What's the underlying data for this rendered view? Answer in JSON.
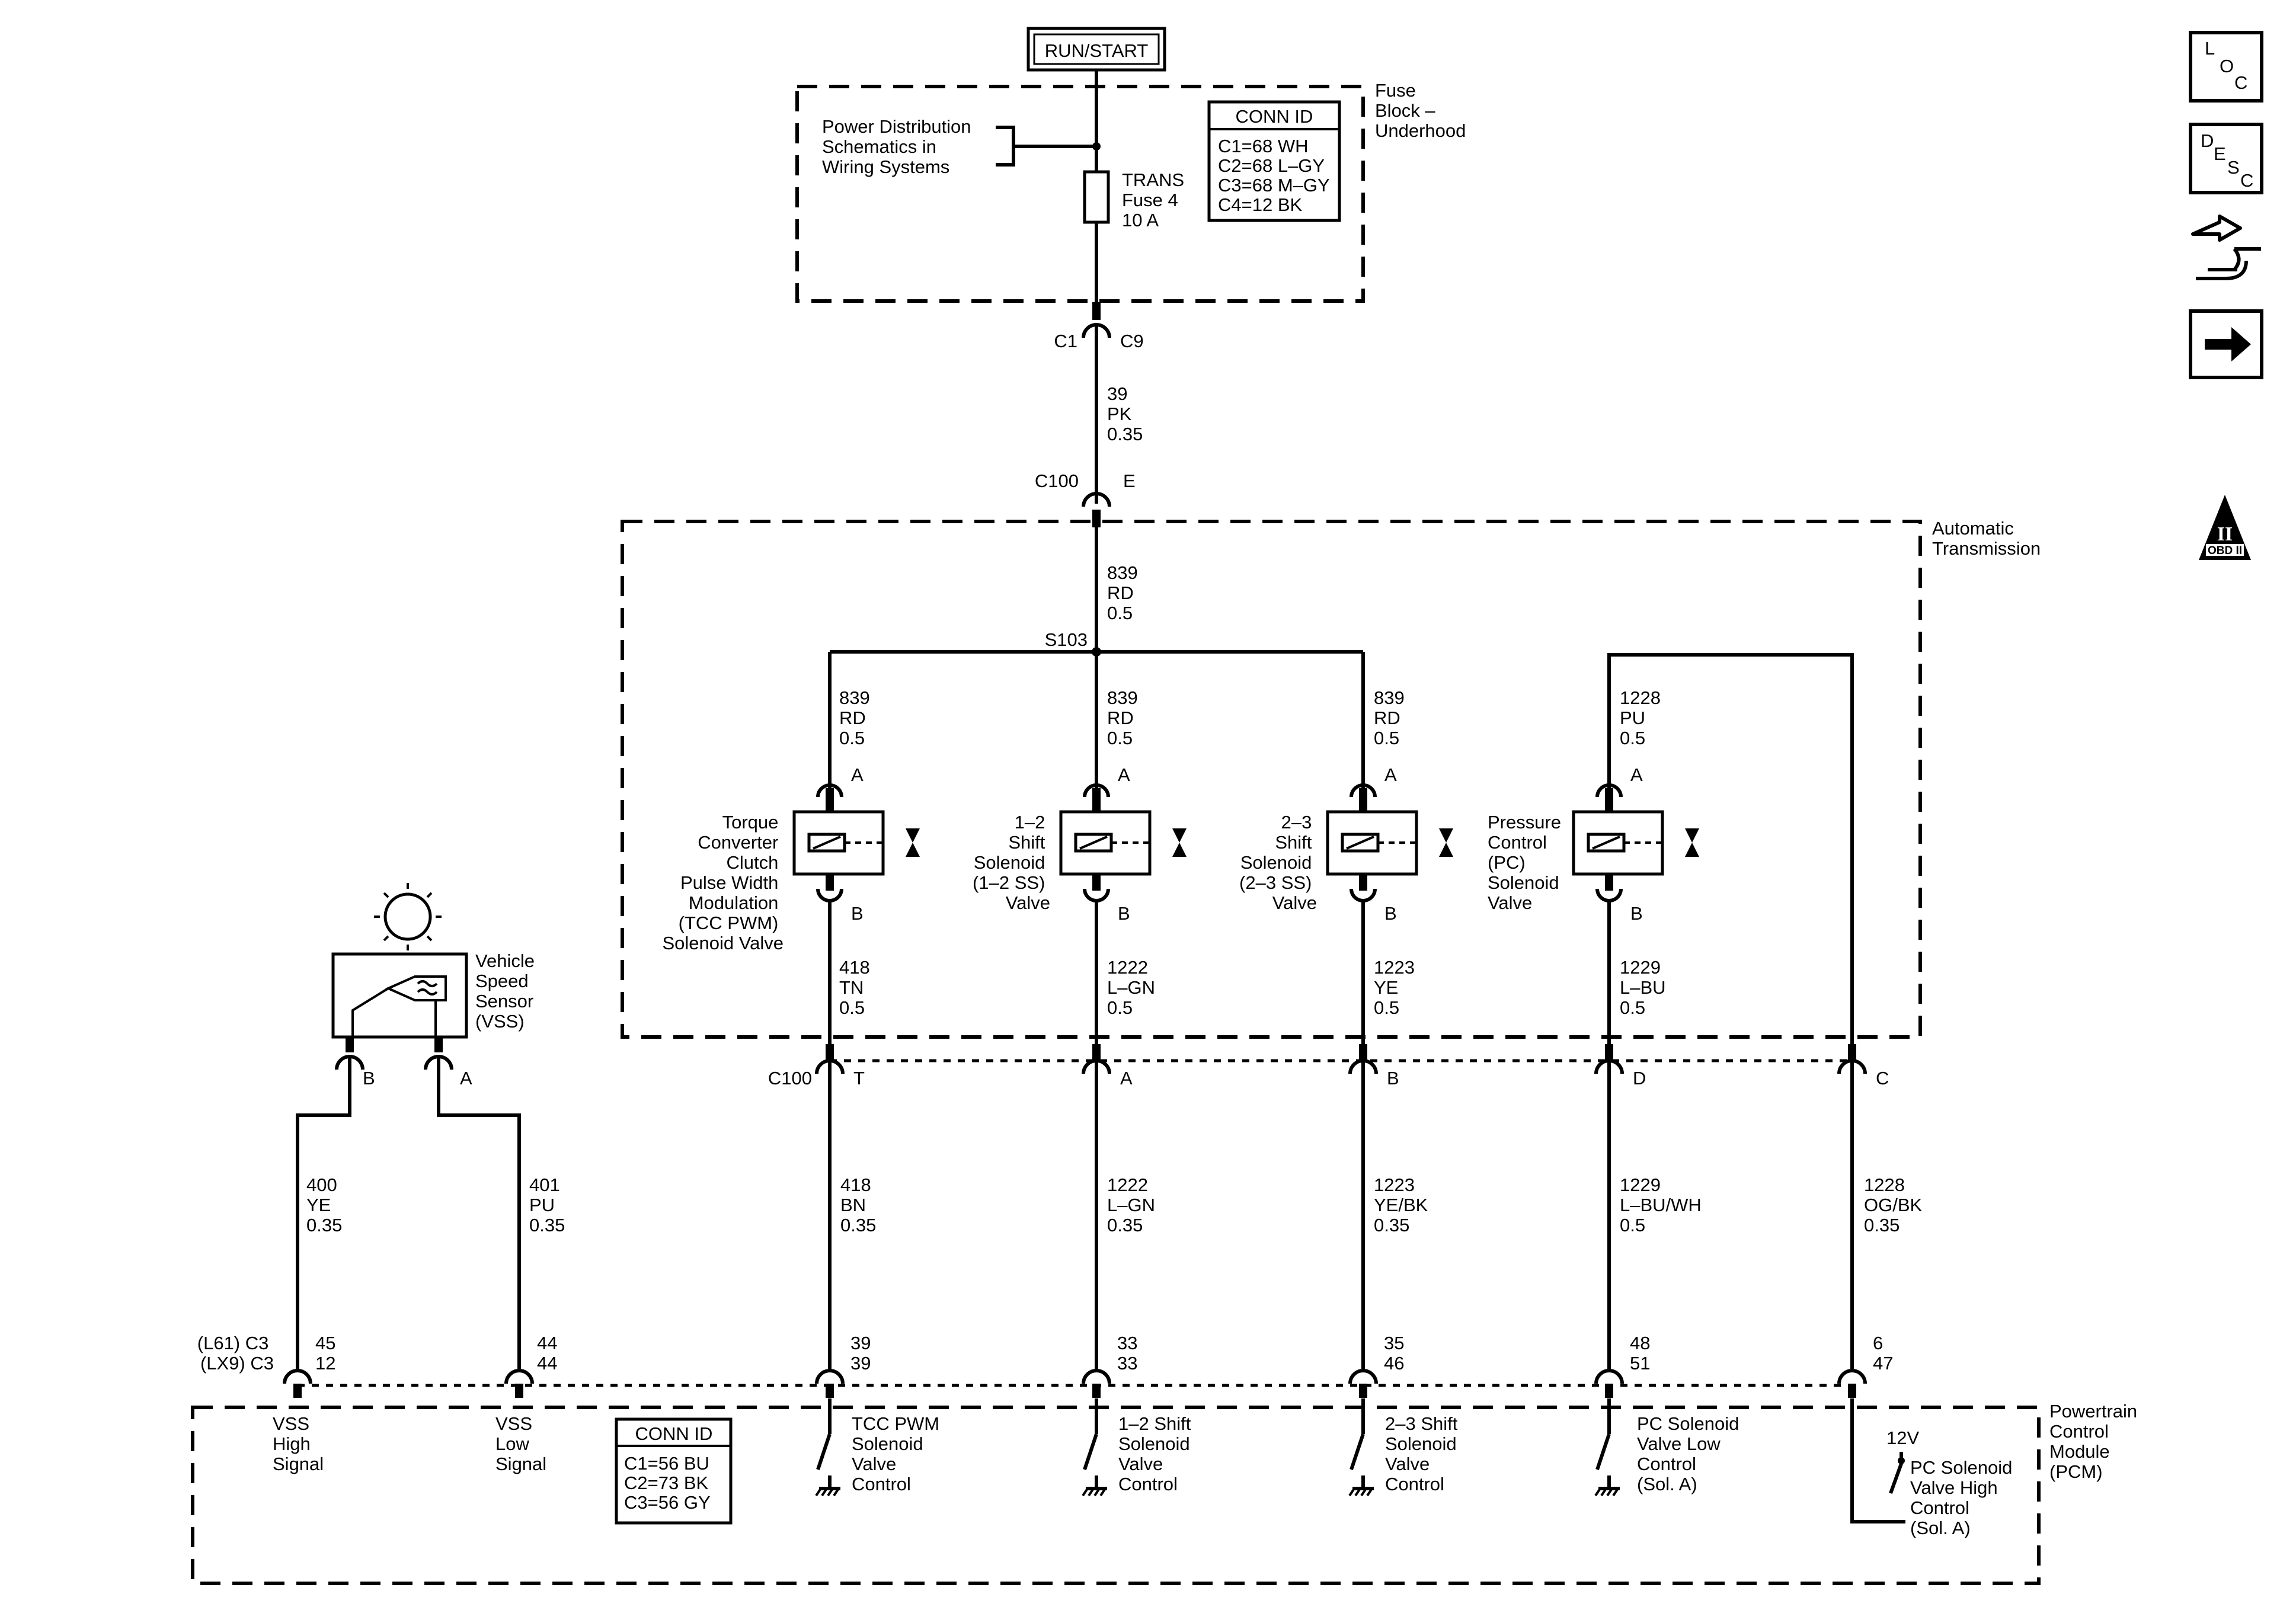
{
  "power": {
    "run_start": "RUN/START",
    "power_dist": [
      "Power Distribution",
      "Schematics in",
      "Wiring Systems"
    ],
    "fuse": [
      "TRANS",
      "Fuse 4",
      "10 A"
    ],
    "fuse_block": [
      "Fuse",
      "Block –",
      "Underhood"
    ],
    "conn_id_title": "CONN ID",
    "conn_id_lines": [
      "C1=68 WH",
      "C2=68 L–GY",
      "C3=68 M–GY",
      "C4=12 BK"
    ]
  },
  "feed": {
    "c1": "C1",
    "c9": "C9",
    "wire": [
      "39",
      "PK",
      "0.35"
    ],
    "c100": "C100",
    "e": "E"
  },
  "transmission": {
    "label": [
      "Automatic",
      "Transmission"
    ],
    "wire_in": [
      "839",
      "RD",
      "0.5"
    ],
    "splice": "S103",
    "solenoids": [
      {
        "top_wire": [
          "839",
          "RD",
          "0.5"
        ],
        "pin_a": "A",
        "pin_b": "B",
        "name": [
          "Torque",
          "Converter",
          "Clutch",
          "Pulse Width",
          "Modulation",
          "(TCC PWM)",
          "Solenoid Valve"
        ],
        "bottom_wire": [
          "418",
          "TN",
          "0.5"
        ]
      },
      {
        "top_wire": [
          "839",
          "RD",
          "0.5"
        ],
        "pin_a": "A",
        "pin_b": "B",
        "name": [
          "1–2",
          "Shift",
          "Solenoid",
          "(1–2 SS)",
          "Valve"
        ],
        "bottom_wire": [
          "1222",
          "L–GN",
          "0.5"
        ]
      },
      {
        "top_wire": [
          "839",
          "RD",
          "0.5"
        ],
        "pin_a": "A",
        "pin_b": "B",
        "name": [
          "2–3",
          "Shift",
          "Solenoid",
          "(2–3 SS)",
          "Valve"
        ],
        "bottom_wire": [
          "1223",
          "YE",
          "0.5"
        ]
      },
      {
        "top_wire": [
          "1228",
          "PU",
          "0.5"
        ],
        "pin_a": "A",
        "pin_b": "B",
        "name": [
          "Pressure",
          "Control",
          "(PC)",
          "Solenoid",
          "Valve"
        ],
        "bottom_wire": [
          "1229",
          "L–BU",
          "0.5"
        ]
      }
    ]
  },
  "c100_row": {
    "label": "C100",
    "pins": [
      "T",
      "A",
      "B",
      "D",
      "C"
    ]
  },
  "vss": {
    "name": [
      "Vehicle",
      "Speed",
      "Sensor",
      "(VSS)"
    ],
    "pin_b": "B",
    "pin_a": "A",
    "wire_b": [
      "400",
      "YE",
      "0.35"
    ],
    "wire_a": [
      "401",
      "PU",
      "0.35"
    ]
  },
  "harness_wires": [
    [
      "418",
      "BN",
      "0.35"
    ],
    [
      "1222",
      "L–GN",
      "0.35"
    ],
    [
      "1223",
      "YE/BK",
      "0.35"
    ],
    [
      "1229",
      "L–BU/WH",
      "0.5"
    ],
    [
      "1228",
      "OG/BK",
      "0.35"
    ]
  ],
  "pcm_pins": {
    "conn_labels": [
      "(L61) C3",
      "(LX9) C3"
    ],
    "pins": [
      [
        "45",
        "12"
      ],
      [
        "44",
        "44"
      ],
      [
        "39",
        "39"
      ],
      [
        "33",
        "33"
      ],
      [
        "35",
        "46"
      ],
      [
        "48",
        "51"
      ],
      [
        "6",
        "47"
      ]
    ]
  },
  "pcm": {
    "label": [
      "Powertrain",
      "Control",
      "Module",
      "(PCM)"
    ],
    "conn_id_title": "CONN ID",
    "conn_id_lines": [
      "C1=56 BU",
      "C2=73 BK",
      "C3=56 GY"
    ],
    "circuits": [
      [
        "VSS",
        "High",
        "Signal"
      ],
      [
        "VSS",
        "Low",
        "Signal"
      ],
      [
        "TCC PWM",
        "Solenoid",
        "Valve",
        "Control"
      ],
      [
        "1–2 Shift",
        "Solenoid",
        "Valve",
        "Control"
      ],
      [
        "2–3 Shift",
        "Solenoid",
        "Valve",
        "Control"
      ],
      [
        "PC Solenoid",
        "Valve Low",
        "Control",
        "(Sol. A)"
      ],
      [
        "PC Solenoid",
        "Valve High",
        "Control",
        "(Sol. A)"
      ]
    ],
    "v12": "12V"
  },
  "nav": {
    "loc": [
      "L",
      "O",
      "C"
    ],
    "desc": [
      "D",
      "E",
      "S",
      "C"
    ],
    "obd": [
      "II",
      "OBD II"
    ]
  }
}
